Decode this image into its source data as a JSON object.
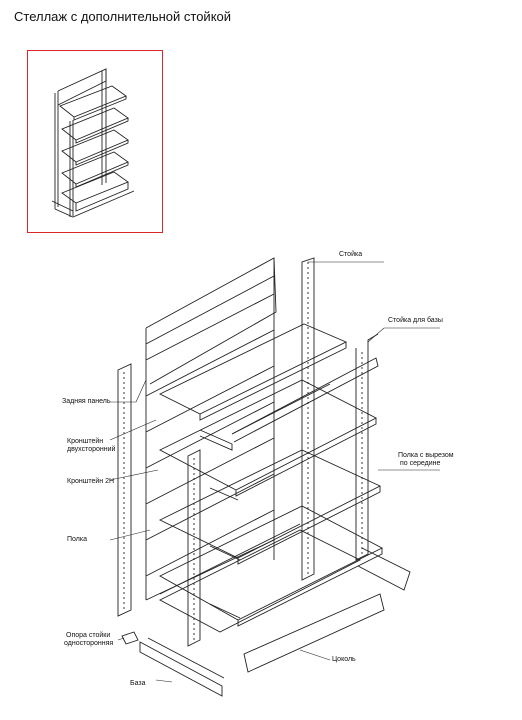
{
  "title": "Стеллаж с дополнительной стойкой",
  "accent_color": "#d9262b",
  "callouts": {
    "stoyka": "Стойка",
    "stoyka_base": "Стойка для базы",
    "back_panel": "Задняя панель",
    "bracket_double_1": "Кронштейн",
    "bracket_double_2": "двухсторонний",
    "bracket_2h": "Кронштейн 2Н",
    "shelf_cut_1": "Полка с вырезом",
    "shelf_cut_2": "по середине",
    "shelf": "Полка",
    "support_1": "Опора стойки",
    "support_2": "односторонняя",
    "plinth": "Цоколь",
    "base": "База"
  }
}
